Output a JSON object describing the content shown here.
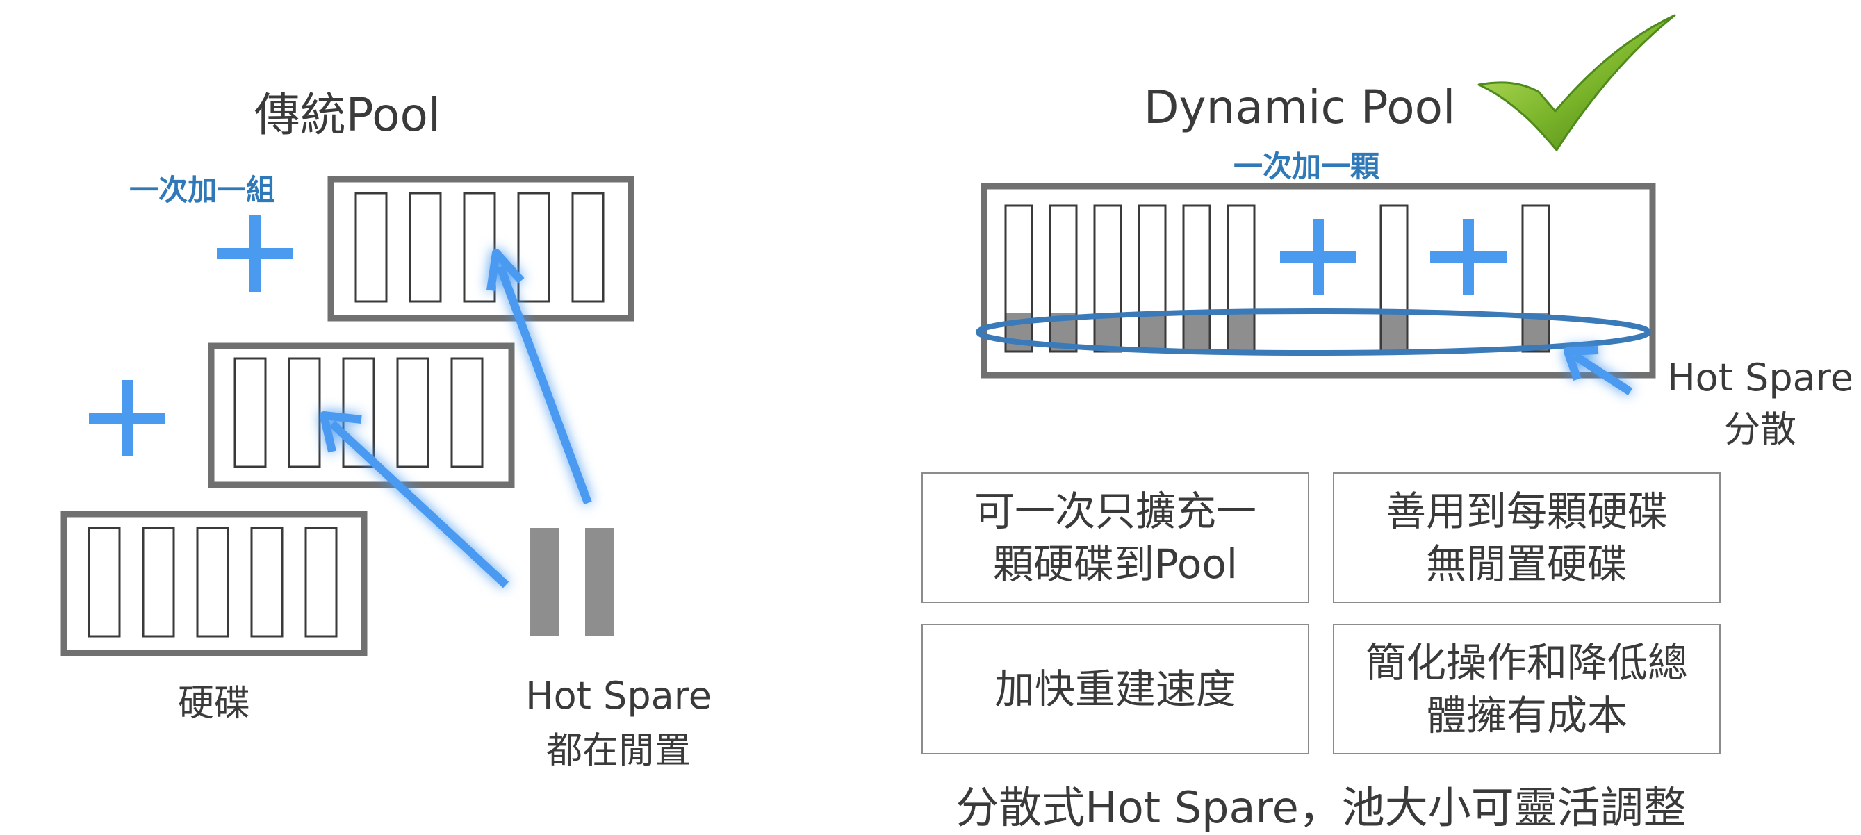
{
  "left_panel": {
    "title": "傳統Pool",
    "add_group_label": "一次加一組",
    "disk_label": "硬碟",
    "hot_spare_label": "Hot Spare",
    "hot_spare_sub": "都在閒置"
  },
  "right_panel": {
    "title": "Dynamic Pool",
    "add_one_label": "一次加一顆",
    "hot_spare_label": "Hot Spare",
    "hot_spare_sub": "分散",
    "benefits": [
      {
        "line1": "可一次只擴充一",
        "line2": "顆硬碟到Pool"
      },
      {
        "line1": "善用到每顆硬碟",
        "line2": "無閒置硬碟"
      },
      {
        "line1": "加快重建速度",
        "line2": ""
      },
      {
        "line1": "簡化操作和降低總",
        "line2": "體擁有成本"
      }
    ],
    "summary": "分散式Hot Spare，池大小可靈活調整"
  },
  "colors": {
    "accent_blue": "#4a9af0",
    "label_blue": "#2f79b9",
    "frame_gray": "#707070",
    "spare_gray": "#8e8e8e",
    "ellipse_blue": "#3a7ab8",
    "check_green": "#7ab42a"
  },
  "icons": [
    "plus-icon",
    "check-icon",
    "arrow-icon"
  ]
}
